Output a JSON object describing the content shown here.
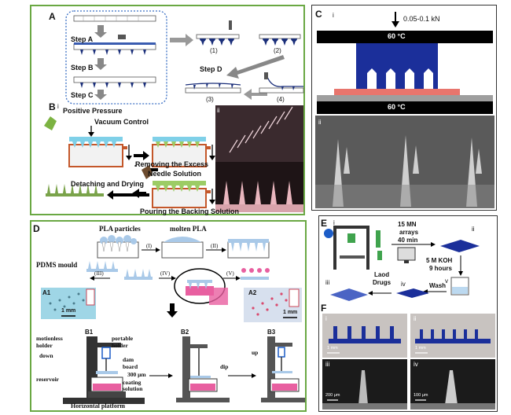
{
  "panelA": {
    "letter": "A",
    "steps": [
      "Step A",
      "Step B",
      "Step C",
      "Step D"
    ],
    "sub": [
      "(1)",
      "(2)",
      "(3)",
      "(4)"
    ]
  },
  "panelB": {
    "letter": "B",
    "i": "i",
    "ii": "ii",
    "positive": "Positive Pressure",
    "vacuum": "Vacuum Control",
    "removing": "Removing the Excess",
    "needle": "Needle Solution",
    "detach": "Detaching and Drying",
    "pouring": "Pouring the Backing Solution"
  },
  "panelC": {
    "letter": "C",
    "i": "i",
    "ii": "ii",
    "force": "0.05-0.1 kN",
    "temp_top": "60 °C",
    "temp_bottom": "60 °C"
  },
  "panelD": {
    "letter": "D",
    "pla_particles": "PLA particles",
    "molten": "molten PLA",
    "pdms": "PDMS mould",
    "steps": [
      "(I)",
      "(II)",
      "(III)",
      "(IV)",
      "(V)"
    ],
    "a1": "A1",
    "a2": "A2",
    "scale1": "1 mm",
    "scale2": "1 mm",
    "b1": "B1",
    "b2": "B2",
    "b3": "B3",
    "motionless": "motionless",
    "holder": "holder",
    "portable": "portable",
    "holder2": "holder",
    "down": "down",
    "dam": "dam",
    "board": "board",
    "um": "300 μm",
    "coating": "coating",
    "solution": "solution",
    "reservoir": "reservoir",
    "platform": "Horizontal platform",
    "dip": "dip",
    "up": "up"
  },
  "panelE": {
    "letter": "E",
    "i": "i",
    "ii": "ii",
    "iii": "iii",
    "iv": "iv",
    "v": "v",
    "arrays1": "15 MN",
    "arrays2": "arrays",
    "min": "40 min",
    "koh": "5 M KOH",
    "hours": "9 hours",
    "laod": "Laod",
    "drugs": "Drugs",
    "wash": "Wash"
  },
  "panelF": {
    "letter": "F",
    "i": "i",
    "ii": "ii",
    "iii": "iii",
    "iv": "iv",
    "s1": "1 mm",
    "s2": "1 mm",
    "s3": "200 μm",
    "s4": "100 μm"
  }
}
